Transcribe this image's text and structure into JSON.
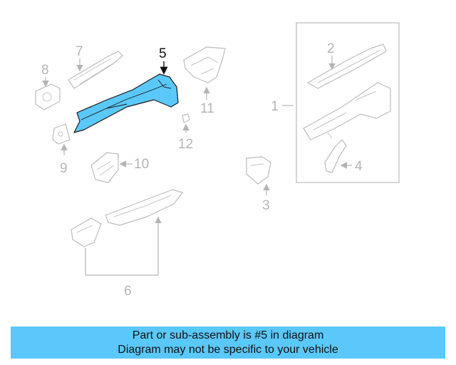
{
  "callouts": {
    "c1": "1",
    "c2": "2",
    "c3": "3",
    "c4": "4",
    "c5": "5",
    "c6": "6",
    "c7": "7",
    "c8": "8",
    "c9": "9",
    "c10": "10",
    "c11": "11",
    "c12": "12"
  },
  "highlight_color": "#5ac8fa",
  "banner": {
    "line1": "Part or sub-assembly is #5 in diagram",
    "line2": "Diagram may not be specific to your vehicle",
    "color": "#5ac8fa"
  }
}
